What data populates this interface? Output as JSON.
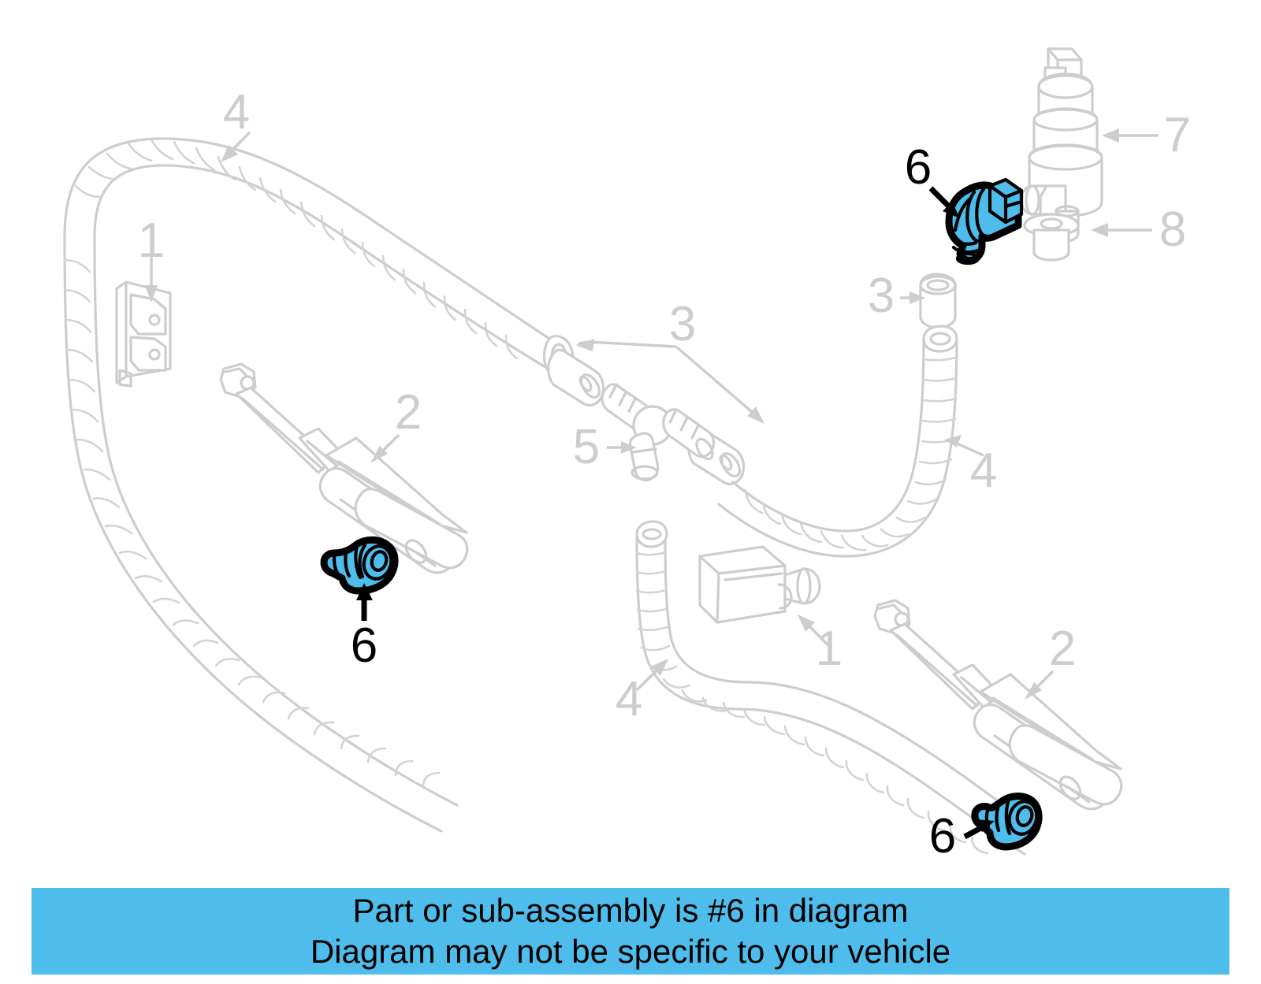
{
  "diagram": {
    "title": "Windshield washer nozzle / hose parts diagram",
    "highlight_color": "#4fbdec",
    "ghost_color": "#cdcdcd",
    "background_color": "#ffffff",
    "highlighted_part_number": "6",
    "callouts": [
      {
        "id": "c4-top",
        "number": "4",
        "state": "ghost",
        "part": "washer-hose"
      },
      {
        "id": "c1-left",
        "number": "1",
        "state": "ghost",
        "part": "washer-reservoir-bracket"
      },
      {
        "id": "c2-left",
        "number": "2",
        "state": "ghost",
        "part": "wiper-arm-assembly"
      },
      {
        "id": "c3-mid",
        "number": "3",
        "state": "ghost",
        "part": "hose-connector-sleeve"
      },
      {
        "id": "c5-mid",
        "number": "5",
        "state": "ghost",
        "part": "tee-fitting"
      },
      {
        "id": "c6-top",
        "number": "6",
        "state": "highlighted",
        "part": "elbow-nozzle-connector"
      },
      {
        "id": "c7-right",
        "number": "7",
        "state": "ghost",
        "part": "washer-pump"
      },
      {
        "id": "c8-right",
        "number": "8",
        "state": "ghost",
        "part": "pump-grommet"
      },
      {
        "id": "c3-right",
        "number": "3",
        "state": "ghost",
        "part": "hose-connector-sleeve"
      },
      {
        "id": "c4-right",
        "number": "4",
        "state": "ghost",
        "part": "washer-hose"
      },
      {
        "id": "c6-left",
        "number": "6",
        "state": "highlighted",
        "part": "washer-nozzle"
      },
      {
        "id": "c4-bottom",
        "number": "4",
        "state": "ghost",
        "part": "washer-hose"
      },
      {
        "id": "c1-bottom",
        "number": "1",
        "state": "ghost",
        "part": "washer-fluid-reservoir"
      },
      {
        "id": "c2-bottom",
        "number": "2",
        "state": "ghost",
        "part": "wiper-arm-assembly"
      },
      {
        "id": "c6-bottom",
        "number": "6",
        "state": "highlighted",
        "part": "washer-nozzle"
      }
    ]
  },
  "caption": {
    "line1": "Part or sub-assembly is #6 in diagram",
    "line2": "Diagram may not be specific to your vehicle"
  }
}
